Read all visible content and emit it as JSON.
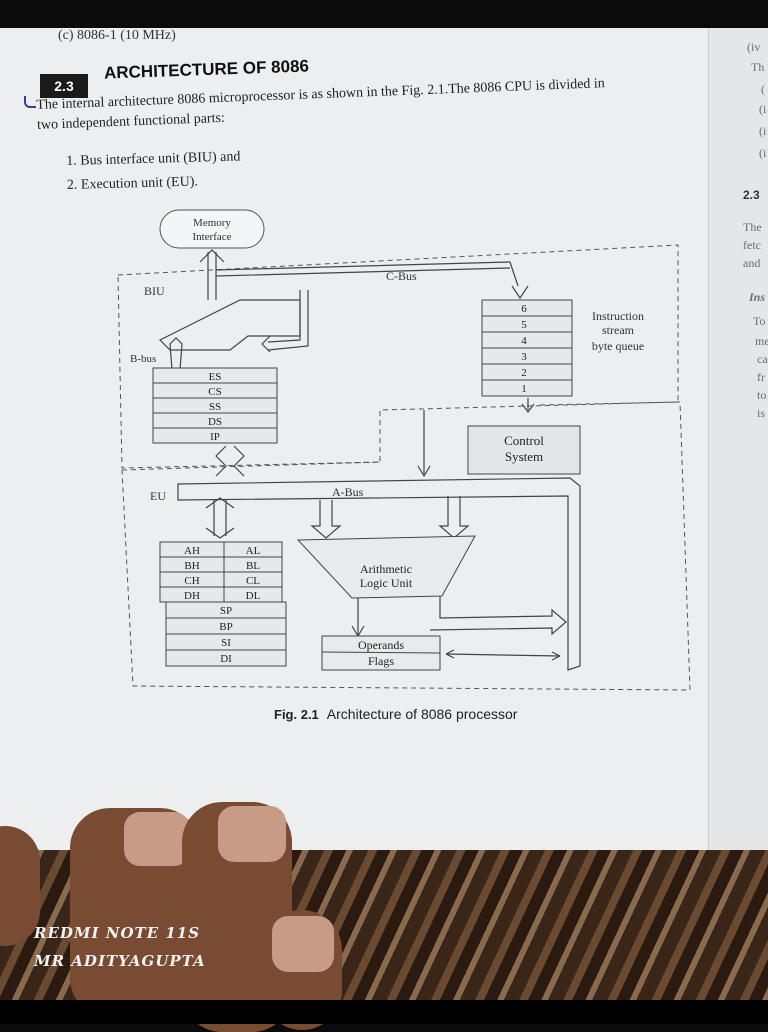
{
  "top_line": "(c)   8086-1 (10 MHz)",
  "section": {
    "number": "2.3",
    "title": "ARCHITECTURE OF 8086",
    "paragraph_1": "The internal architecture 8086 microprocessor is as shown in the Fig. 2.1.The 8086 CPU is divided in",
    "paragraph_2": "two independent functional parts:",
    "items": [
      "1.  Bus interface unit (BIU) and",
      "2.  Execution unit (EU)."
    ]
  },
  "next_page": [
    "(iv",
    "Th",
    "(",
    "(i",
    "(i",
    "(i",
    "2.3",
    "The",
    "fetc",
    "and",
    "Ins",
    "To",
    "me",
    "ca",
    "fr",
    "to",
    "is"
  ],
  "figure": {
    "memory": "Memory Interface",
    "memory_line1": "Memory",
    "memory_line2": "Interface",
    "c_bus": "C-Bus",
    "b_bus": "B-bus",
    "a_bus": "A-Bus",
    "biu": "BIU",
    "eu": "EU",
    "queue": [
      "6",
      "5",
      "4",
      "3",
      "2",
      "1"
    ],
    "queue_label": [
      "Instruction",
      "stream",
      "byte queue"
    ],
    "segment_regs": [
      "ES",
      "CS",
      "SS",
      "DS",
      "IP"
    ],
    "control": [
      "Control",
      "System"
    ],
    "gp_regs": [
      [
        "AH",
        "AL"
      ],
      [
        "BH",
        "BL"
      ],
      [
        "CH",
        "CL"
      ],
      [
        "DH",
        "DL"
      ]
    ],
    "ptr_regs": [
      "SP",
      "BP",
      "SI",
      "DI"
    ],
    "alu": [
      "Arithmetic",
      "Logic Unit"
    ],
    "flags": [
      "Operands",
      "Flags"
    ]
  },
  "caption": {
    "number": "Fig. 2.1",
    "text": "Architecture of 8086 processor"
  },
  "watermark": {
    "line1": "REDMI NOTE 11S",
    "line2": "MR ADITYAGUPTA"
  }
}
